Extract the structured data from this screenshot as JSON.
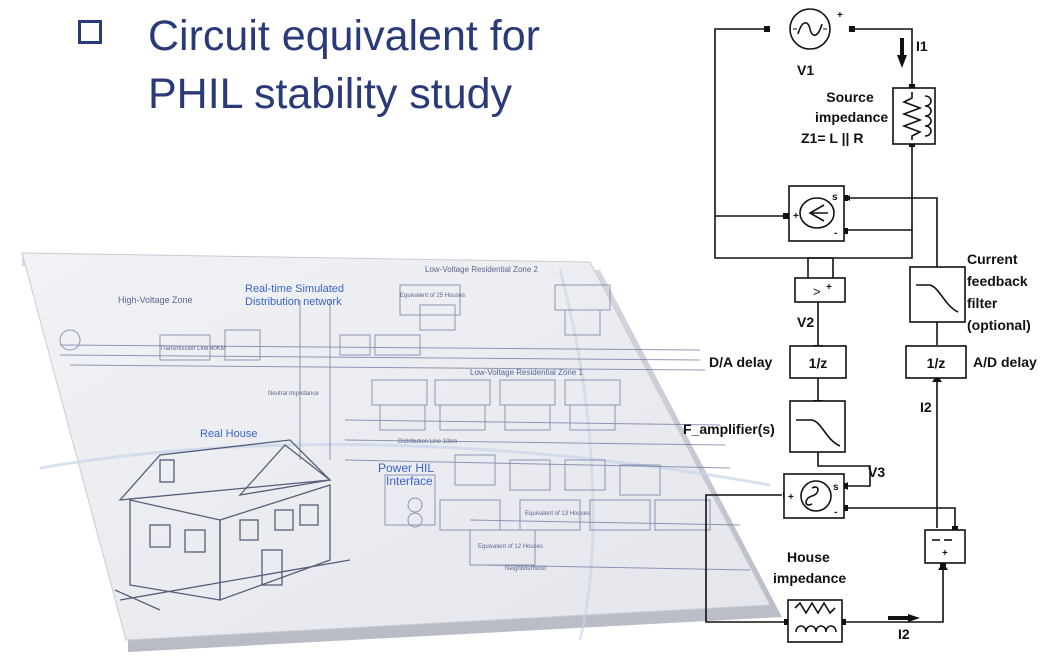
{
  "slide": {
    "title_line1": "Circuit equivalent for",
    "title_line2": "PHIL stability study"
  },
  "circuit": {
    "source_label": "V1",
    "current_top": "I1",
    "source_impedance_line1": "Source",
    "source_impedance_line2": "impedance",
    "source_impedance_line3": "Z1= L || R",
    "v2_label": "V2",
    "da_delay_label": "D/A delay",
    "da_delay_block": "1/z",
    "ad_delay_label": "A/D delay",
    "ad_delay_block": "1/z",
    "filter_label_line1": "Current",
    "filter_label_line2": "feedback",
    "filter_label_line3": "filter",
    "filter_label_line4": "(optional)",
    "amplifier_label": "F_amplifier(s)",
    "v3_label": "V3",
    "i2_mid": "I2",
    "house_impedance_line1": "House",
    "house_impedance_line2": "impedance",
    "i2_bottom": "I2",
    "port_s": "s",
    "port_plus": "+",
    "port_minus": "-"
  },
  "board": {
    "high_voltage_zone": "High-Voltage Zone",
    "rt_network_line1": "Real-time Simulated",
    "rt_network_line2": "Distribution network",
    "lv_zone2": "Low-Voltage Residential Zone 2",
    "lv_zone1": "Low-Voltage Residential Zone 1",
    "real_house": "Real House",
    "power_hil_line1": "Power HIL",
    "power_hil_line2": "Interface",
    "transmission": "Transmission Line 40KM",
    "neutral_impedance": "Neutral Impedance",
    "distribution_line": "Distribution Line 10km",
    "equivalent_25": "Equivalent of 25 Houses",
    "equivalent_13": "Equivalent of 13 Houses",
    "equivalent_12": "Equivalent of 12 Houses",
    "neighbourhood": "Neighbourhood"
  },
  "colors": {
    "title": "#2a3a78",
    "wire": "#111111",
    "board_ink": "#5a6690",
    "board_blue": "#3b63c8"
  }
}
